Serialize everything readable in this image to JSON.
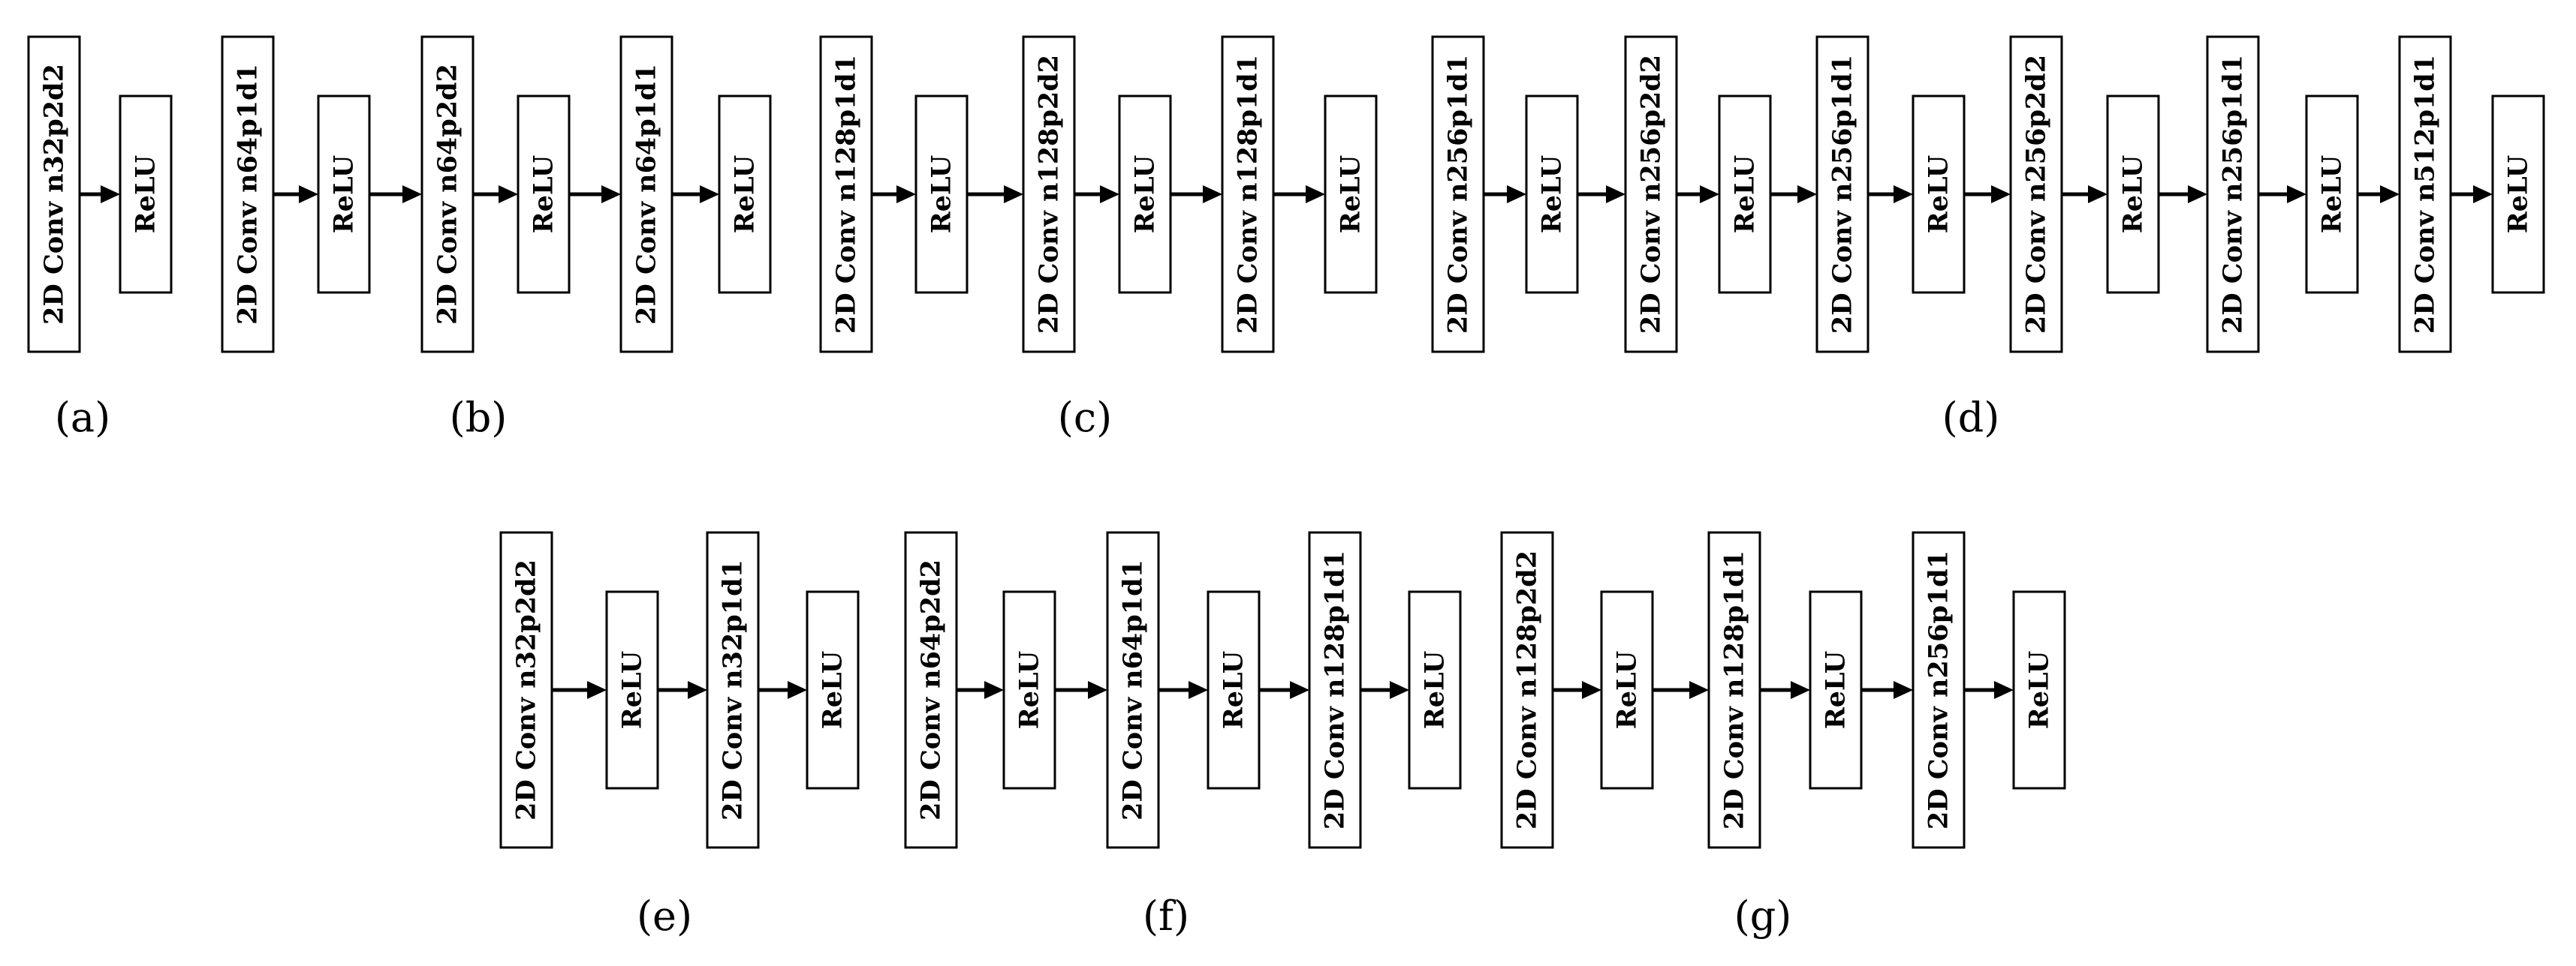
{
  "blocks": [
    {
      "caption": "(a)",
      "layers": [
        "2D Conv n32p2d2",
        "ReLU"
      ]
    },
    {
      "caption": "(b)",
      "layers": [
        "2D Conv n64p1d1",
        "ReLU",
        "2D Conv n64p2d2",
        "ReLU",
        "2D Conv n64p1d1",
        "ReLU"
      ]
    },
    {
      "caption": "(c)",
      "layers": [
        "2D Conv n128p1d1",
        "ReLU",
        "2D Conv n128p2d2",
        "ReLU",
        "2D Conv n128p1d1",
        "ReLU"
      ]
    },
    {
      "caption": "(d)",
      "layers": [
        "2D Conv n256p1d1",
        "ReLU",
        "2D Conv n256p2d2",
        "ReLU",
        "2D Conv n256p1d1",
        "ReLU",
        "2D Conv n256p2d2",
        "ReLU",
        "2D Conv n256p1d1",
        "ReLU",
        "2D Conv n512p1d1",
        "ReLU"
      ]
    },
    {
      "caption": "(e)",
      "layers": [
        "2D Conv n32p2d2",
        "ReLU",
        "2D Conv n32p1d1",
        "ReLU"
      ]
    },
    {
      "caption": "(f)",
      "layers": [
        "2D Conv n64p2d2",
        "ReLU",
        "2D Conv n64p1d1",
        "ReLU",
        "2D Conv n128p1d1",
        "ReLU"
      ]
    },
    {
      "caption": "(g)",
      "layers": [
        "2D Conv n128p2d2",
        "ReLU",
        "2D Conv n128p1d1",
        "ReLU",
        "2D Conv n256p1d1",
        "ReLU"
      ]
    }
  ]
}
